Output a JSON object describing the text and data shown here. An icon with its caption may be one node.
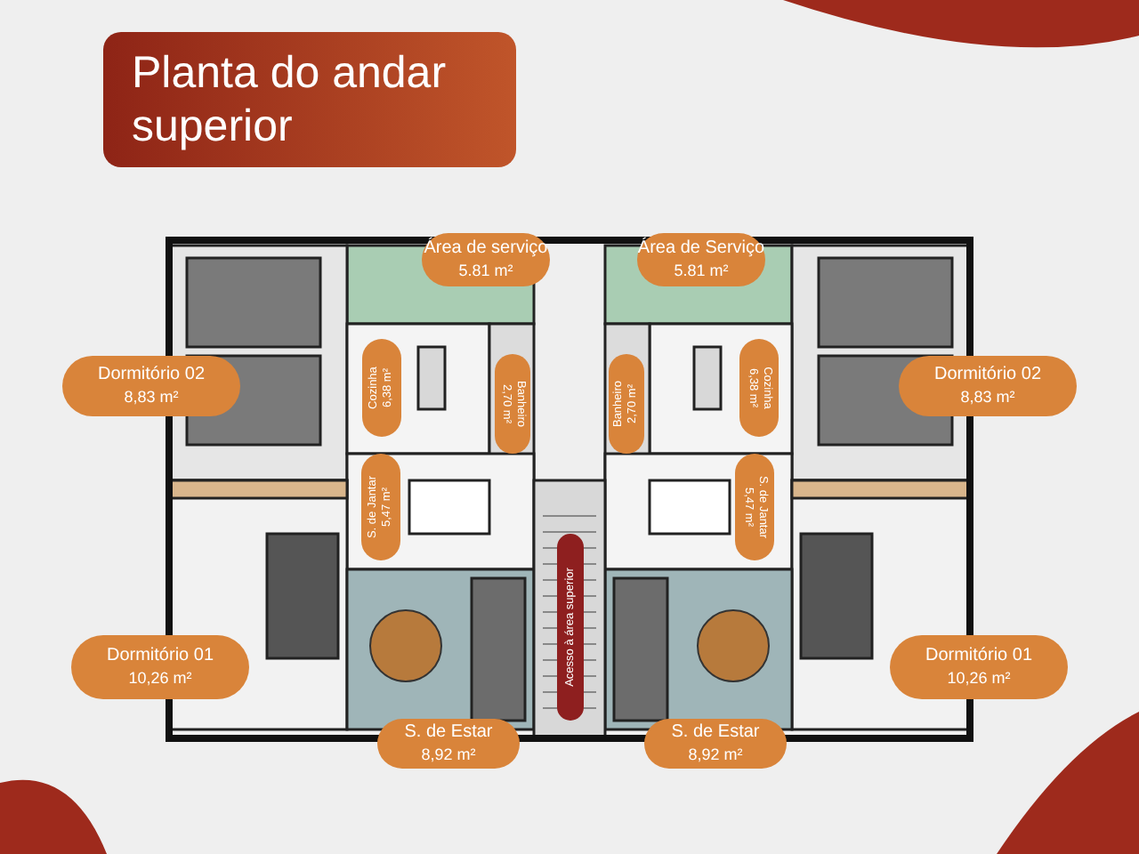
{
  "diagram": {
    "title": "Planta do andar superior",
    "labels": [
      "Área de serviço",
      "5.81 m²",
      "Área de Serviço",
      "5.81 m²",
      "Dormitório 02",
      "8,83 m²",
      "Cozinha",
      "6,38 m²",
      "Banheiro",
      "2,70 m²",
      "Banheiro",
      "2,70 m²",
      "Cozinha",
      "6,38 m²",
      "Dormitório 02",
      "8,83 m²",
      "S. de Jantar",
      "5,47 m²",
      "S. de Jantar",
      "5,47 m²",
      "Acesso à área superior",
      "Dormitório 01",
      "10,26 m²",
      "Dormitório 01",
      "10,26 m²",
      "S. de Estar",
      "8,92 m²",
      "S. de Estar",
      "8,92 m²"
    ]
  }
}
